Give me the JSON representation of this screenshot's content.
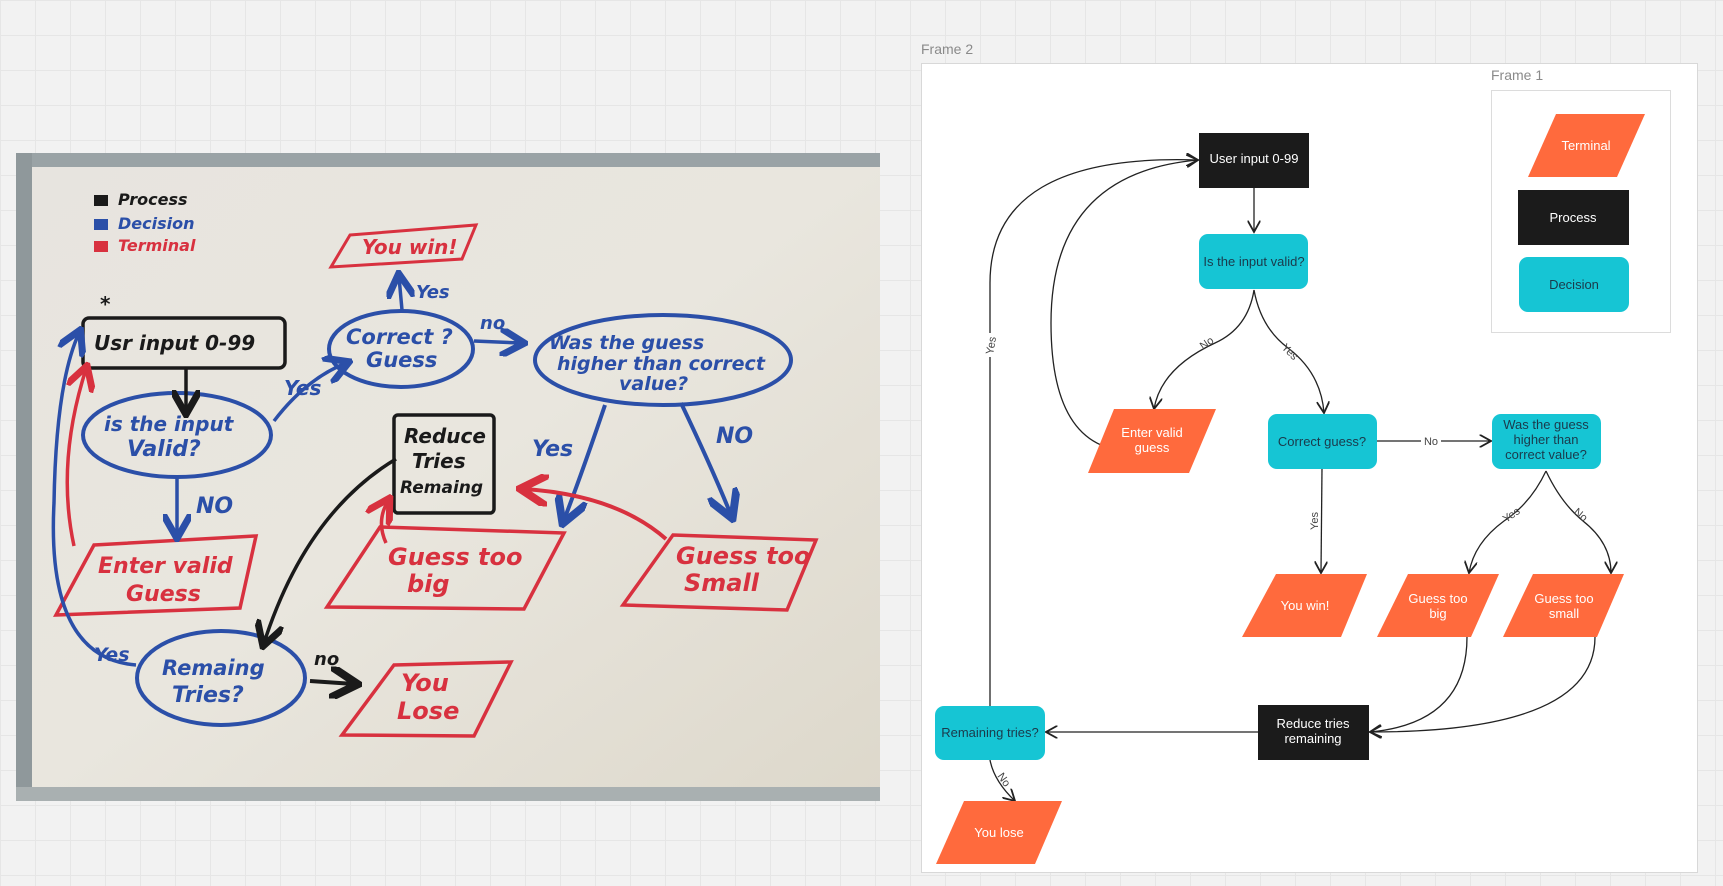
{
  "frames": {
    "frame2_label": "Frame 2",
    "frame1_label": "Frame 1"
  },
  "legend": {
    "terminal": "Terminal",
    "process": "Process",
    "decision": "Decision"
  },
  "nodes": {
    "user_input": "User input 0-99",
    "input_valid": "Is the input valid?",
    "enter_valid_1": "Enter valid",
    "enter_valid_2": "guess",
    "correct_guess": "Correct guess?",
    "higher_1": "Was the guess",
    "higher_2": "higher than",
    "higher_3": "correct value?",
    "you_win": "You win!",
    "too_big_1": "Guess too",
    "too_big_2": "big",
    "too_small_1": "Guess too",
    "too_small_2": "small",
    "reduce_1": "Reduce tries",
    "reduce_2": "remaining",
    "remaining": "Remaining tries?",
    "you_lose": "You lose"
  },
  "edges": {
    "no": "No",
    "yes": "Yes"
  },
  "whiteboard": {
    "legend_process": "Process",
    "legend_decision": "Decision",
    "legend_terminal": "Terminal",
    "you_win": "You win!",
    "user_input": "Usr input 0-99",
    "correct_1": "Correct ?",
    "correct_2": "Guess",
    "higher_1": "Was the guess",
    "higher_2": "higher than correct",
    "higher_3": "value?",
    "valid_1": "is the input",
    "valid_2": "Valid?",
    "reduce_1": "Reduce",
    "reduce_2": "Tries",
    "reduce_3": "Remaing",
    "enter_1": "Enter valid",
    "enter_2": "Guess",
    "big_1": "Guess too",
    "big_2": "big",
    "small_1": "Guess too",
    "small_2": "Small",
    "remaining_1": "Remaing",
    "remaining_2": "Tries?",
    "lose_1": "You",
    "lose_2": "Lose",
    "yes": "Yes",
    "no": "NO",
    "no_small": "no"
  },
  "colors": {
    "terminal": "#ff6a3d",
    "process": "#1b1b1b",
    "decision": "#16c5d4",
    "board": "#e8e4dc",
    "marker_black": "#1a1a1a",
    "marker_blue": "#2b4fa8",
    "marker_red": "#d8313f"
  }
}
